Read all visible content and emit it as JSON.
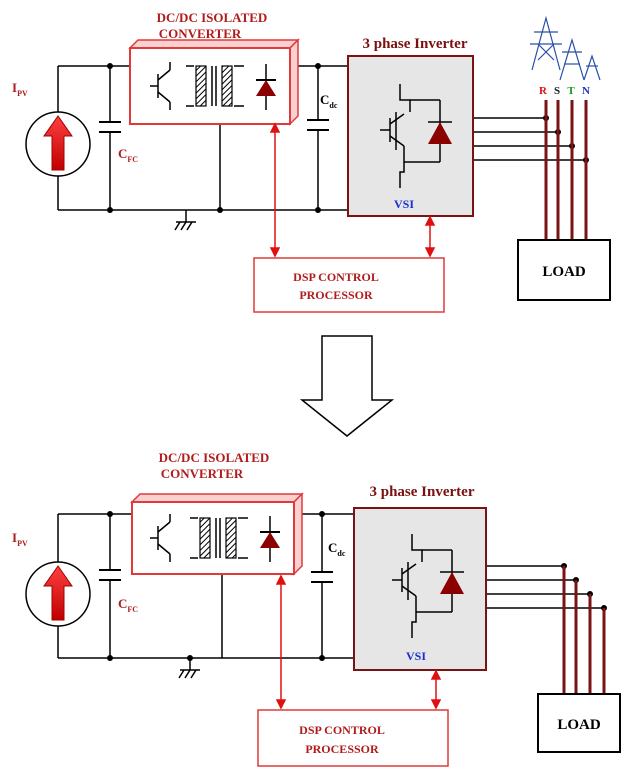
{
  "colors": {
    "wire": "#000000",
    "converter_border": "#e03a3a",
    "inverter_border": "#7a1414",
    "inverter_fill": "#e6e6e6",
    "diode": "#8b0000",
    "arrow_red": "#e01010",
    "load_line": "#7a1414",
    "label_red": "#b01c1c",
    "label_blue": "#1a2fd0"
  },
  "top": {
    "converter_title_1": "DC/DC ISOLATED",
    "converter_title_2": "CONVERTER",
    "inverter_title": "3 phase Inverter",
    "ipv_main": "I",
    "ipv_sub": "PV",
    "cfc_main": "C",
    "cfc_sub": "FC",
    "cdc_main": "C",
    "cdc_sub": "dc",
    "vsi": "VSI",
    "dsp_1": "DSP CONTROL",
    "dsp_2": "PROCESSOR",
    "load": "LOAD",
    "phases": [
      "R",
      "S",
      "T",
      "N"
    ],
    "phase_colors": [
      "#e01010",
      "#1a1a1a",
      "#10a010",
      "#1a2fd0"
    ],
    "grid_icon": "power-tower-icon"
  },
  "bottom": {
    "converter_title_1": "DC/DC ISOLATED",
    "converter_title_2": "CONVERTER",
    "inverter_title": "3 phase Inverter",
    "ipv_main": "I",
    "ipv_sub": "PV",
    "cfc_main": "C",
    "cfc_sub": "FC",
    "cdc_main": "C",
    "cdc_sub": "dc",
    "vsi": "VSI",
    "dsp_1": "DSP CONTROL",
    "dsp_2": "PROCESSOR",
    "load": "LOAD"
  },
  "transition_arrow": "down-arrow-icon"
}
